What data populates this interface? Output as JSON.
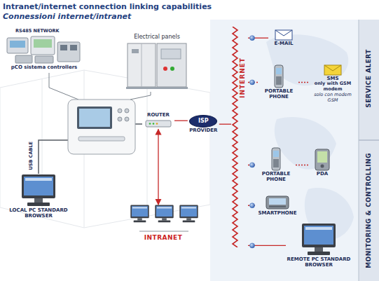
{
  "diagram": {
    "title": "Intranet/internet connection linking capabilities",
    "nodes": [
      {
        "text": [
          "pCO sistema controllers"
        ]
      },
      {
        "text": [
          "Electrical panels"
        ]
      },
      {
        "text": [
          "ROUTER"
        ]
      },
      {
        "text": [
          "ISP",
          "PROVIDER"
        ]
      },
      {
        "text": [
          "INTERNET"
        ]
      },
      {
        "text": [
          "E-MAIL"
        ]
      },
      {
        "text": [
          "PORTABLE PHONE"
        ]
      },
      {
        "text": [
          "SMS",
          "only with GSM modem",
          "solo con modem GSM"
        ]
      },
      {
        "text": [
          "LOCAL PC STANDARD BROWSER"
        ]
      },
      {
        "text": [
          "PORTABLE PHONE"
        ]
      },
      {
        "text": [
          "PDA"
        ]
      },
      {
        "text": [
          "SMARTPHONE"
        ]
      },
      {
        "text": [
          "INTRANET"
        ]
      },
      {
        "text": [
          "REMOTE PC STANDARD BROWSER"
        ]
      }
    ],
    "edges": [
      {
        "from": 2,
        "to": 3,
        "arrow": "none"
      },
      {
        "from": 3,
        "to": 4,
        "arrow": "none"
      },
      {
        "from": 4,
        "to": 5,
        "arrow": "none"
      },
      {
        "from": 4,
        "to": 6,
        "arrow": "none"
      },
      {
        "from": 6,
        "to": 7,
        "arrow": "none"
      },
      {
        "from": 4,
        "to": 9,
        "arrow": "none"
      },
      {
        "from": 9,
        "to": 10,
        "arrow": "none"
      },
      {
        "from": 4,
        "to": 11,
        "arrow": "none"
      },
      {
        "from": 4,
        "to": 13,
        "arrow": "none"
      },
      {
        "from": 2,
        "to": 12,
        "arrow": "both"
      }
    ],
    "labels": [
      "Connessioni internet/intranet",
      "RS485 NETWORK",
      "USB CABLE",
      "SERVICE ALERT",
      "MONITORING & CONTROLLING"
    ]
  }
}
